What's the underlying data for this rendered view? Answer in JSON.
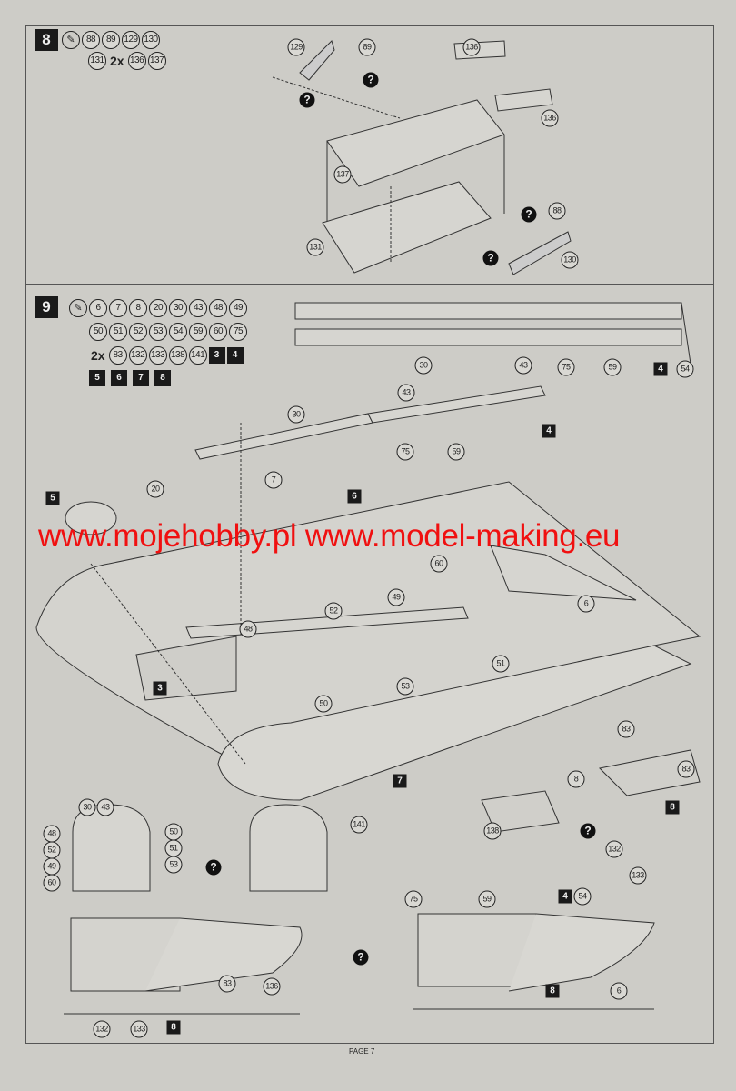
{
  "step8": {
    "number": "8",
    "glue_icon": "glue-tube-icon",
    "parts_row1": [
      "88",
      "89",
      "129",
      "130"
    ],
    "parts_row2_pre": [
      "131"
    ],
    "multiplier": "2x",
    "parts_row2": [
      "136",
      "137"
    ],
    "callouts": [
      "129",
      "89",
      "136",
      "136",
      "137",
      "88",
      "131",
      "130"
    ],
    "question": "?"
  },
  "step9": {
    "number": "9",
    "parts_row1": [
      "6",
      "7",
      "8",
      "20",
      "30",
      "43",
      "48",
      "49"
    ],
    "parts_row2": [
      "50",
      "51",
      "52",
      "53",
      "54",
      "59",
      "60",
      "75"
    ],
    "multiplier": "2x",
    "parts_row3": [
      "83",
      "132",
      "133",
      "138",
      "141"
    ],
    "boxes_row3": [
      "3",
      "4"
    ],
    "boxes_row4": [
      "5",
      "6",
      "7",
      "8"
    ],
    "callouts": [
      "30",
      "43",
      "75",
      "59",
      "54",
      "43",
      "30",
      "75",
      "59",
      "20",
      "7",
      "60",
      "49",
      "52",
      "48",
      "6",
      "51",
      "53",
      "50",
      "83",
      "83",
      "8",
      "141",
      "138",
      "132",
      "133"
    ],
    "boxes": [
      "4",
      "4",
      "5",
      "6",
      "3",
      "7",
      "8"
    ],
    "section_callouts": [
      "30",
      "43",
      "48",
      "52",
      "49",
      "60",
      "50",
      "51",
      "53"
    ],
    "bottom_left_callouts": [
      "83",
      "136",
      "132",
      "133"
    ],
    "bottom_left_box": "8",
    "bottom_right_callouts": [
      "75",
      "59",
      "54",
      "6"
    ],
    "bottom_right_boxes": [
      "4",
      "8"
    ],
    "question": "?"
  },
  "watermark": "www.mojehobby.pl www.model-making.eu",
  "footer": {
    "page": "PAGE 7"
  }
}
